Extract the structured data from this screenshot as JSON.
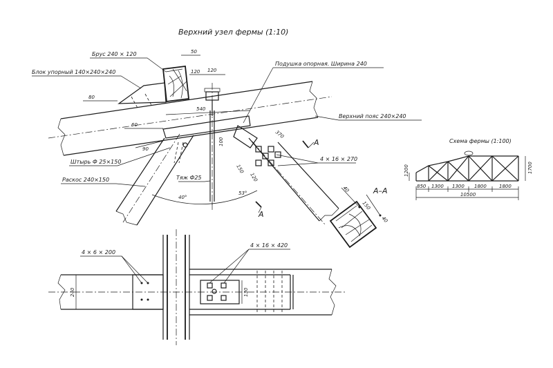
{
  "drawing": {
    "title": "Верхний узел фермы (1:10)",
    "labels": {
      "brus": "Брус 240 × 120",
      "blok": "Блок упорный 140×240×240",
      "podushka": "Подушка опорная. Ширина 240",
      "verkhniy_poyas": "Верхний пояс 240×240",
      "shtyr": "Штырь Ф 25×150",
      "raskos": "Раскос 240×150",
      "tyazh": "Тяж Ф25",
      "bolts_top": "4 × 16 × 270",
      "nails": "4 × 6 × 200",
      "bolts_plan": "4 × 16 × 420",
      "section_title": "А–А",
      "section_mark": "А",
      "truss_scheme_title": "Схема фермы (1:100)"
    },
    "dims": {
      "d50": "50",
      "d120a": "120",
      "d120b": "120",
      "d80": "80",
      "d540": "540",
      "d60": "60",
      "d90": "90",
      "d100": "100",
      "d150": "150",
      "d120c": "120",
      "d370": "370",
      "a40": "40°",
      "a53": "53°",
      "s40a": "40",
      "s150": "150",
      "s40b": "40",
      "p240": "240",
      "p130": "130"
    },
    "scheme": {
      "h_left": "1200",
      "h_right": "1700",
      "panels": [
        "850",
        "1300",
        "1300",
        "1800",
        "1800"
      ],
      "total": "10500"
    }
  }
}
